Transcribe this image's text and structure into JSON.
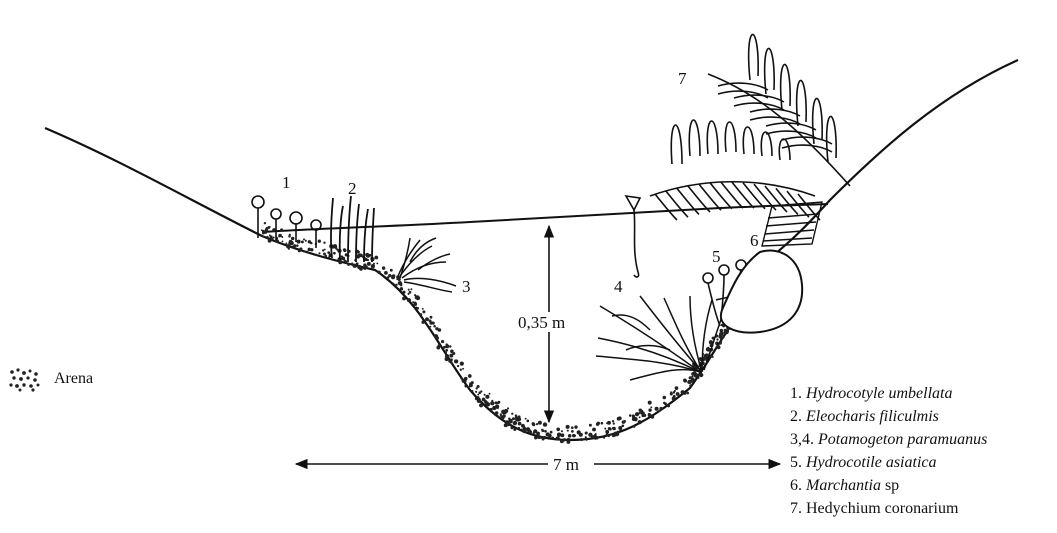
{
  "labels": {
    "n1": "1",
    "n2": "2",
    "n3": "3",
    "n4": "4",
    "n5": "5",
    "n6": "6",
    "n7": "7",
    "depth": "0,35 m",
    "width": "7 m"
  },
  "sand_key": {
    "label": "Arena"
  },
  "legend": [
    {
      "num": "1. ",
      "name": "Hydrocotyle umbellata",
      "suffix": ""
    },
    {
      "num": "2. ",
      "name": "Eleocharis filiculmis",
      "suffix": ""
    },
    {
      "num": "3,4. ",
      "name": "Potamogeton paramuanus",
      "suffix": ""
    },
    {
      "num": "5. ",
      "name": "Hydrocotile asiatica",
      "suffix": ""
    },
    {
      "num": "6. ",
      "name": "Marchantia",
      "suffix": " sp"
    },
    {
      "num": "7. Hedychium coronarium",
      "name": "",
      "suffix": ""
    }
  ]
}
